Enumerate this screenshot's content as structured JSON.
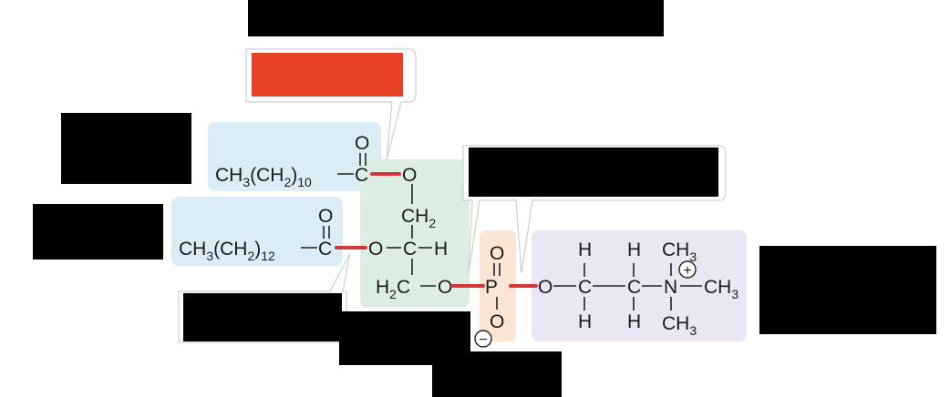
{
  "colors": {
    "fatty_acid_region": "#dcecf7",
    "glycerol_region": "#dceee2",
    "phosphate_region": "#fbe6d6",
    "choline_region": "#ece6f4",
    "ester_bond": "#d6363a",
    "label_fill": "#000000",
    "highlight_label_fill": "#e84327"
  },
  "formula": {
    "fa1_prefix": "CH",
    "fa1_sub1": "3",
    "fa1_mid": "(CH",
    "fa1_sub2": "2",
    "fa1_close": ")",
    "fa1_sub3": "10",
    "fa2_prefix": "CH",
    "fa2_sub1": "3",
    "fa2_mid": "(CH",
    "fa2_sub2": "2",
    "fa2_close": ")",
    "fa2_sub3": "12",
    "carbon": "C",
    "oxygen": "O",
    "hydrogen": "H",
    "phosphorus": "P",
    "nitrogen": "N",
    "methyl": "CH",
    "methyl_sub": "3",
    "methylene": "CH",
    "methylene_sub": "2",
    "glycerol_h2c": "H",
    "glycerol_h2c_sub": "2",
    "glycerol_h2c_c": "C",
    "plus": "+",
    "minus": "−"
  }
}
